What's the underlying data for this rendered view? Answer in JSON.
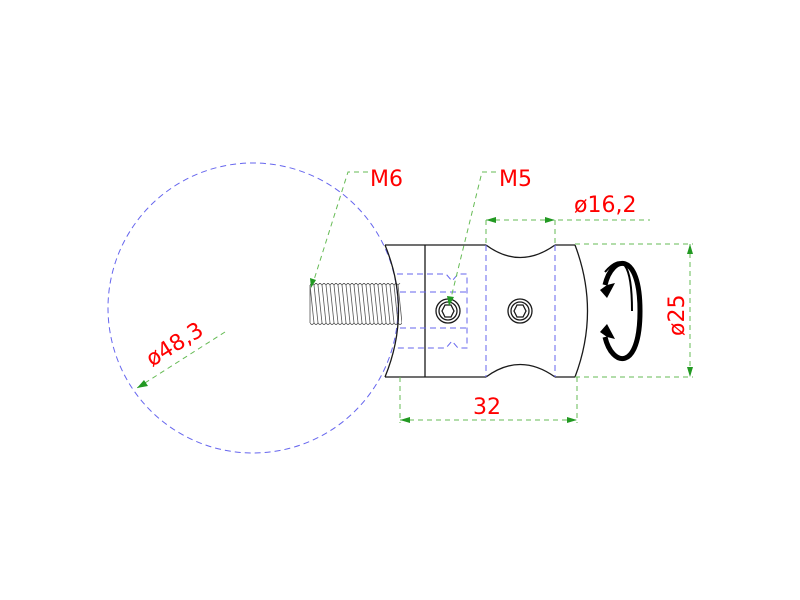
{
  "drawing": {
    "background": "#ffffff",
    "colors": {
      "dimension_text": "#ff0000",
      "dimension_line": "#66bb55",
      "hidden_line": "#6666ee",
      "outline": "#1a1a1a"
    },
    "labels": {
      "tube_diameter": "ø48,3",
      "thread_left": "M6",
      "thread_set_screw": "M5",
      "groove_diameter": "ø16,2",
      "body_diameter": "ø25",
      "length": "32"
    },
    "icons": {
      "rotation": "rotation-arrows-icon",
      "hex_socket": "hex-socket-screw-icon"
    }
  }
}
